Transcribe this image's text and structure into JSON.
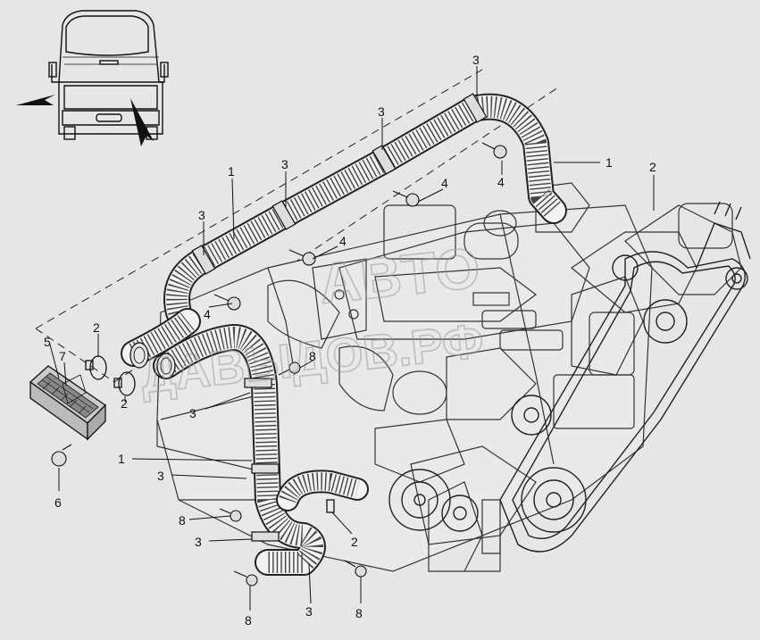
{
  "watermark": {
    "top_text": "ABTO",
    "bottom_text": "ДАВЫДОВ.РФ"
  },
  "callouts": [
    {
      "id": "c-3-top",
      "label": "3"
    },
    {
      "id": "c-3-mid",
      "label": "3"
    },
    {
      "id": "c-1-right",
      "label": "1"
    },
    {
      "id": "c-2-right",
      "label": "2"
    },
    {
      "id": "c-4-a",
      "label": "4"
    },
    {
      "id": "c-3-b",
      "label": "3"
    },
    {
      "id": "c-1-top",
      "label": "1"
    },
    {
      "id": "c-4-b",
      "label": "4"
    },
    {
      "id": "c-3-c",
      "label": "3"
    },
    {
      "id": "c-4-c",
      "label": "4"
    },
    {
      "id": "c-4-d",
      "label": "4"
    },
    {
      "id": "c-5",
      "label": "5"
    },
    {
      "id": "c-2-hose",
      "label": "2"
    },
    {
      "id": "c-7",
      "label": "7"
    },
    {
      "id": "c-8-mid",
      "label": "8"
    },
    {
      "id": "c-2-clamp",
      "label": "2"
    },
    {
      "id": "c-3-d",
      "label": "3"
    },
    {
      "id": "c-1-left",
      "label": "1"
    },
    {
      "id": "c-3-e",
      "label": "3"
    },
    {
      "id": "c-6",
      "label": "6"
    },
    {
      "id": "c-8-left",
      "label": "8"
    },
    {
      "id": "c-3-f",
      "label": "3"
    },
    {
      "id": "c-2-bottom",
      "label": "2"
    },
    {
      "id": "c-3-bottom",
      "label": "3"
    },
    {
      "id": "c-8-bottom-left",
      "label": "8"
    },
    {
      "id": "c-8-bottom-right",
      "label": "8"
    }
  ]
}
